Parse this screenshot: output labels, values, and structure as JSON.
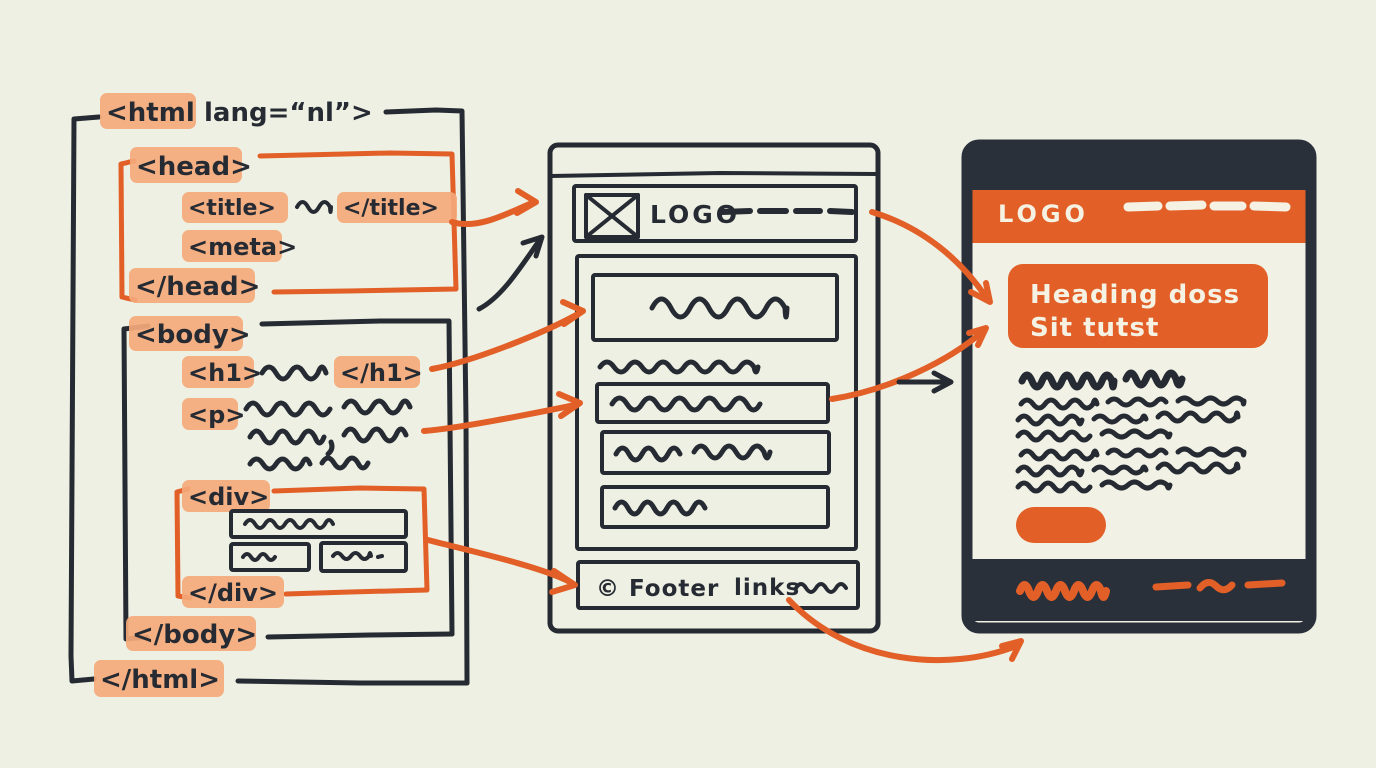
{
  "palette": {
    "paper": "#edf0e2",
    "cream": "#f1f2e5",
    "paperwhite": "#f5f2e4",
    "ink": "#262b33",
    "dark": "#2a303a",
    "orange": "#e25f27",
    "highlight": "#f4a97a"
  },
  "code_panel": {
    "html_open": "<html",
    "html_attr": "lang=“nl”>",
    "head_open": "<head>",
    "title_open": "<title>",
    "title_close": "</title>",
    "meta_tag": "<meta>",
    "head_close": "</head>",
    "body_open": "<body>",
    "h1_open": "<h1>",
    "h1_close": "</h1>",
    "p_open": "<p>",
    "div_open": "<div>",
    "div_close": "</div>",
    "body_close": "</body>",
    "html_close": "</html>"
  },
  "wireframe_panel": {
    "logo_label": "LOGO",
    "footer_copyright": "© Footer",
    "footer_links": "links"
  },
  "rendered_panel": {
    "logo_label": "LOGO",
    "hero_heading_line1": "Heading doss",
    "hero_heading_line2": "Sit tutst"
  }
}
